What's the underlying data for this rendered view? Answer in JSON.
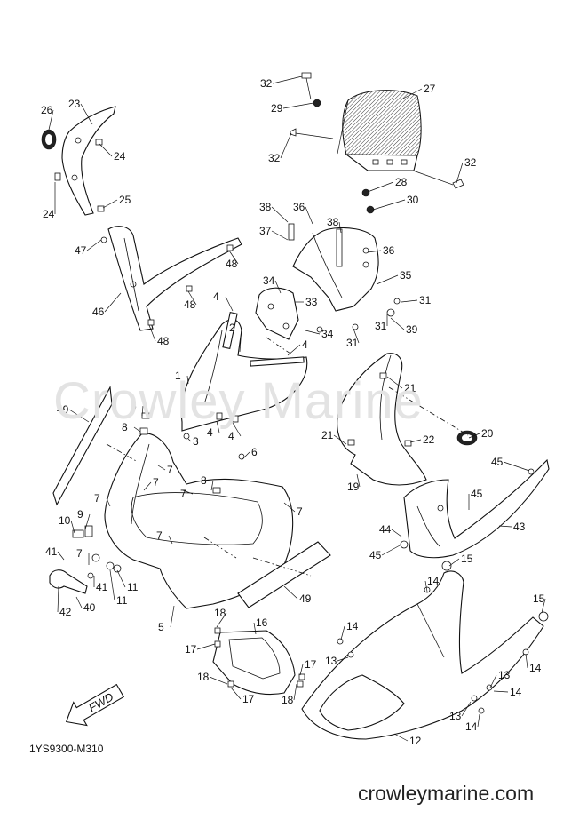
{
  "watermark": "Crowley Marine",
  "drawing_code": "1YS9300-M310",
  "site": "crowleymarine.com",
  "direction_label": "FWD",
  "callouts": [
    {
      "n": "32"
    },
    {
      "n": "27"
    },
    {
      "n": "29"
    },
    {
      "n": "32"
    },
    {
      "n": "32"
    },
    {
      "n": "28"
    },
    {
      "n": "30"
    },
    {
      "n": "26"
    },
    {
      "n": "23"
    },
    {
      "n": "24"
    },
    {
      "n": "24"
    },
    {
      "n": "25"
    },
    {
      "n": "47"
    },
    {
      "n": "48"
    },
    {
      "n": "46"
    },
    {
      "n": "48"
    },
    {
      "n": "48"
    },
    {
      "n": "38"
    },
    {
      "n": "36"
    },
    {
      "n": "38"
    },
    {
      "n": "37"
    },
    {
      "n": "36"
    },
    {
      "n": "35"
    },
    {
      "n": "34"
    },
    {
      "n": "33"
    },
    {
      "n": "31"
    },
    {
      "n": "31"
    },
    {
      "n": "39"
    },
    {
      "n": "34"
    },
    {
      "n": "31"
    },
    {
      "n": "4"
    },
    {
      "n": "2"
    },
    {
      "n": "4"
    },
    {
      "n": "1"
    },
    {
      "n": "6"
    },
    {
      "n": "8"
    },
    {
      "n": "3"
    },
    {
      "n": "4"
    },
    {
      "n": "4"
    },
    {
      "n": "21"
    },
    {
      "n": "21"
    },
    {
      "n": "22"
    },
    {
      "n": "20"
    },
    {
      "n": "19"
    },
    {
      "n": "49"
    },
    {
      "n": "7"
    },
    {
      "n": "6"
    },
    {
      "n": "7"
    },
    {
      "n": "7"
    },
    {
      "n": "8"
    },
    {
      "n": "7"
    },
    {
      "n": "7"
    },
    {
      "n": "7"
    },
    {
      "n": "10"
    },
    {
      "n": "9"
    },
    {
      "n": "41"
    },
    {
      "n": "7"
    },
    {
      "n": "11"
    },
    {
      "n": "41"
    },
    {
      "n": "11"
    },
    {
      "n": "40"
    },
    {
      "n": "42"
    },
    {
      "n": "5"
    },
    {
      "n": "49"
    },
    {
      "n": "45"
    },
    {
      "n": "45"
    },
    {
      "n": "44"
    },
    {
      "n": "43"
    },
    {
      "n": "45"
    },
    {
      "n": "15"
    },
    {
      "n": "14"
    },
    {
      "n": "15"
    },
    {
      "n": "18"
    },
    {
      "n": "16"
    },
    {
      "n": "17"
    },
    {
      "n": "17"
    },
    {
      "n": "18"
    },
    {
      "n": "17"
    },
    {
      "n": "18"
    },
    {
      "n": "14"
    },
    {
      "n": "13"
    },
    {
      "n": "14"
    },
    {
      "n": "13"
    },
    {
      "n": "14"
    },
    {
      "n": "13"
    },
    {
      "n": "14"
    },
    {
      "n": "12"
    }
  ]
}
